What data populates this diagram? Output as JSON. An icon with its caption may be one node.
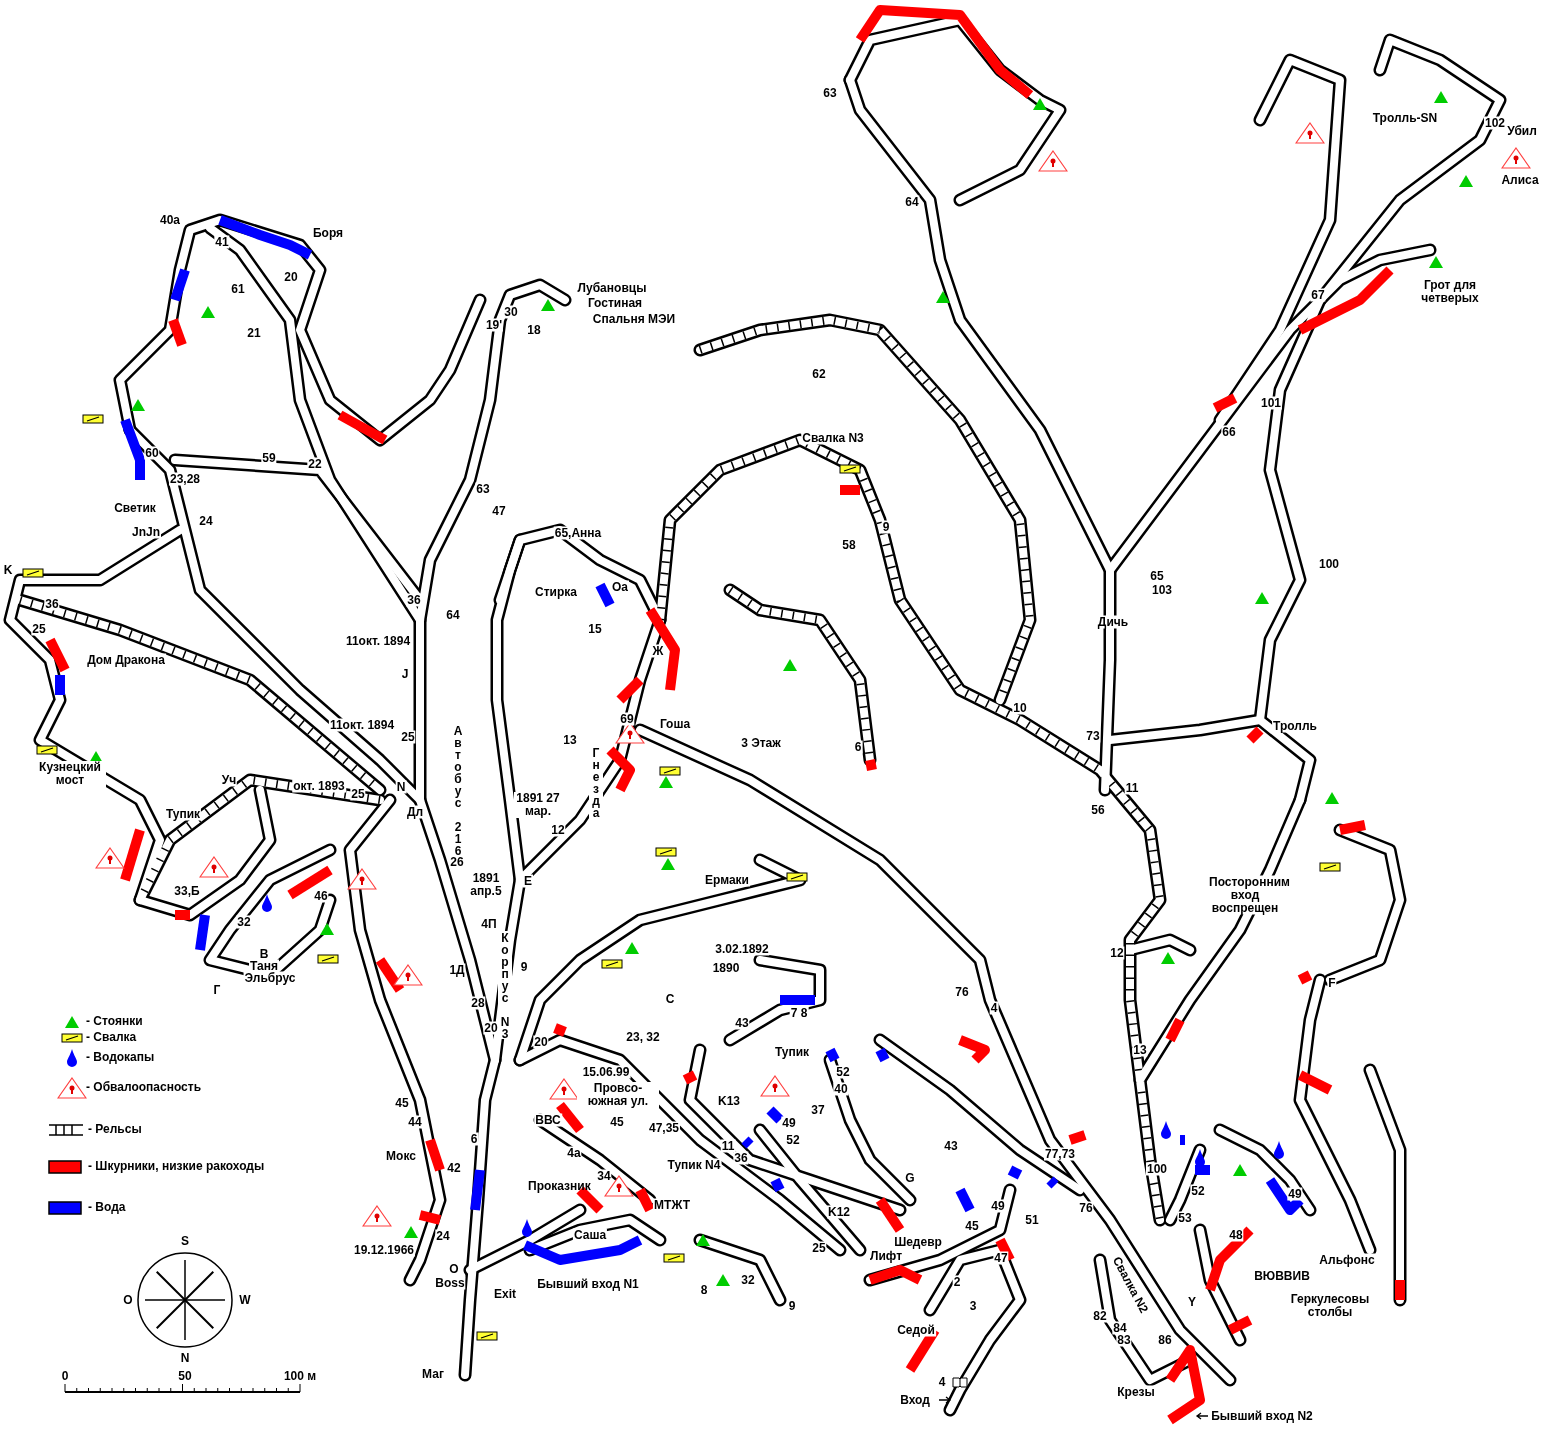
{
  "diagram": {
    "labels": [
      "63",
      "Тролль-SN",
      "102",
      "Убил",
      "Алиса",
      "64",
      "40а",
      "41",
      "Боря",
      "20",
      "Грот для четверых",
      "Лубановцы",
      "Гостиная",
      "Спальня МЭИ",
      "61",
      "30",
      "19'",
      "18",
      "21",
      "67",
      "62",
      "101",
      "66",
      "Свалка N3",
      "60",
      "59",
      "22",
      "23,28",
      "63",
      "47",
      "Светик",
      "JnJn",
      "24",
      "9",
      "58",
      "65,Анна",
      "K",
      "36",
      "25",
      "Дом Дракона",
      "Стирка",
      "Оа",
      "15",
      "65",
      "103",
      "100",
      "Дичь",
      "36",
      "64",
      "11окт. 1894",
      "J",
      "Ж",
      "11окт. 1894",
      "25",
      "10",
      "69",
      "Гоша",
      "Тролль",
      "13",
      "Автобус 216",
      "73",
      "3 Этаж",
      "Гнезда",
      "6",
      "1891 27 мар.",
      "12",
      "Кузнецкий мост",
      "Уч",
      "окт. 1893",
      "25",
      "N",
      "Дл",
      "11",
      "56",
      "Тупик",
      "26",
      "Ермаки",
      "E",
      "1891 апр.5",
      "Посторонним вход воспрещен",
      "33,Б",
      "46",
      "4П",
      "32",
      "В",
      "Таня",
      "Эльбрус",
      "3.02.1892",
      "1890",
      "12",
      "Корпус N3",
      "Г",
      "9",
      "1Д",
      "C",
      "43",
      "7 8",
      "F",
      "28",
      "20",
      "20",
      "23, 32",
      "Тупик",
      "52",
      "40",
      "13",
      "15.06.99",
      "Провсо- южная ул.",
      "45",
      "44",
      "K13",
      "37",
      "49",
      "52",
      "ВВС",
      "45",
      "47,35",
      "6",
      "11",
      "36",
      "4а",
      "Мокс",
      "42",
      "43",
      "77,73",
      "100",
      "34",
      "Тупик N4",
      "Проказник",
      "МТЖТ",
      "G",
      "52",
      "49",
      "49",
      "51",
      "76",
      "53",
      "K12",
      "Саша",
      "Шедевр",
      "45",
      "48",
      "19.12.1966",
      "24",
      "Альфонс",
      "Лифт",
      "47",
      "25",
      "Свалка N2",
      "ВЮВВИВ",
      "Бывший вход N1",
      "O",
      "Boss",
      "Exit",
      "2",
      "Y",
      "Геркулесовы столбы",
      "8",
      "32",
      "3",
      "9",
      "82",
      "84",
      "83",
      "86",
      "Седой",
      "Маг",
      "4",
      "Крезы",
      "Вход",
      "Бывший вход N2",
      "0",
      "50",
      "100 м",
      "S",
      "O",
      "W",
      "N",
      "76",
      "4"
    ],
    "legend": [
      {
        "text": "- Стоянки"
      },
      {
        "text": "- Свалка"
      },
      {
        "text": "- Водокапы"
      },
      {
        "text": "- Обвалоопасность"
      },
      {
        "text": "- Рельсы"
      },
      {
        "text": "- Шкурники, низкие ракоходы",
        "color": "#ff0000"
      },
      {
        "text": "- Вода",
        "color": "#0000ff"
      }
    ]
  }
}
